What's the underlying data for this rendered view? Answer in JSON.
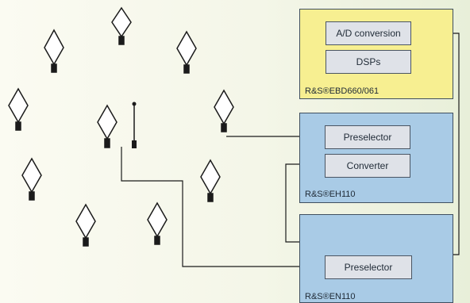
{
  "panels": {
    "ebd660": {
      "label": "R&S®EBD660/061",
      "blocks": {
        "ad": "A/D conversion",
        "dsp": "DSPs"
      }
    },
    "eh110": {
      "label": "R&S®EH110",
      "blocks": {
        "preselector": "Preselector",
        "converter": "Converter"
      }
    },
    "en110": {
      "label": "R&S®EN110",
      "blocks": {
        "preselector": "Preselector"
      }
    }
  },
  "colors": {
    "yellow_panel": "#f7ef91",
    "blue_panel": "#a9cbe6",
    "block_fill": "#dfe2e8",
    "wire": "#1b1b1b"
  }
}
